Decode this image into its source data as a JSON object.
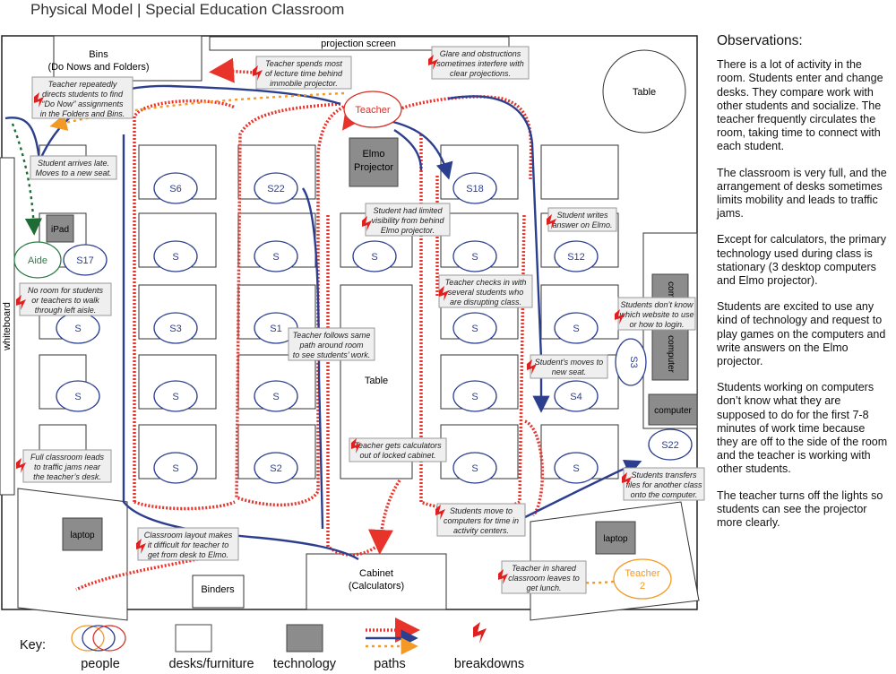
{
  "title": "Physical Model | Special Education Classroom",
  "furniture": {
    "bins": [
      "Bins",
      "(Do Nows and Folders)"
    ],
    "projection_screen": "projection screen",
    "table_round": "Table",
    "table_center": "Table",
    "whiteboard": "whiteboard",
    "cabinet": [
      "Cabinet",
      "(Calculators)"
    ],
    "binders": "Binders"
  },
  "technology": {
    "elmo": [
      "Elmo",
      "Projector"
    ],
    "ipad": "iPad",
    "laptop_left": "laptop",
    "laptop_right": "laptop",
    "computer_top": "computer",
    "computer_mid": "computer",
    "computer_bottom": "computer"
  },
  "people": {
    "teacher": "Teacher",
    "teacher2": [
      "Teacher",
      "2"
    ],
    "aide": "Aide",
    "s6": "S6",
    "s22": "S22",
    "s18": "S18",
    "s17": "S17",
    "s12": "S12",
    "s3": "S3",
    "s1": "S1",
    "s4": "S4",
    "s2": "S2",
    "s3_side": "S3",
    "s22_side": "S22",
    "s": "S"
  },
  "notes": {
    "n1": [
      "Teacher repeatedly",
      "directs students to find",
      "“Do Now” assignments",
      "in the Folders and Bins."
    ],
    "n2": [
      "Teacher spends most",
      "of lecture time behind",
      "immobile projector."
    ],
    "n3": [
      "Glare and obstructions",
      "sometimes interfere with",
      "clear projections."
    ],
    "n4": [
      "Student arrives late.",
      "Moves to a new seat."
    ],
    "n5": [
      "Student had limited",
      "visibility from behind",
      "Elmo projector."
    ],
    "n6": [
      "Student writes",
      "answer on Elmo."
    ],
    "n7": [
      "No room for students",
      "or teachers to walk",
      "through left aisle."
    ],
    "n8": [
      "Teacher checks in with",
      "several students who",
      "are disrupting class."
    ],
    "n9": [
      "Students don’t know",
      "which website to use",
      "or how to login."
    ],
    "n10": [
      "Teacher follows same",
      "path around room",
      "to see students’ work."
    ],
    "n11": [
      "Student’s moves to",
      "new seat."
    ],
    "n12": [
      "Teacher gets calculators",
      "out of locked cabinet."
    ],
    "n13": [
      "Full classroom leads",
      "to traffic jams near",
      "the teacher’s desk."
    ],
    "n14": [
      "Students transfers",
      "files for another class",
      "onto the computer."
    ],
    "n15": [
      "Students move to",
      "computers for time in",
      "activity centers."
    ],
    "n16": [
      "Classroom layout makes",
      "it difficult for teacher to",
      "get from desk to Elmo."
    ],
    "n17": [
      "Teacher in shared",
      "classroom leaves to",
      "get lunch."
    ]
  },
  "observations": {
    "heading": "Observations:",
    "paragraphs": [
      "There is a lot of activity in the room. Students enter and change desks. They compare work with other students and socialize. The teacher frequently circulates the room, taking time to connect with each student.",
      "The classroom is very full, and the arrangement of desks sometimes limits mobility and leads to traffic jams.",
      "Except for calculators, the primary technology used during class is stationary (3 desktop computers and Elmo projector).",
      "Students are excited to use any kind of technology and request to play games on the computers and write answers on the Elmo projector.",
      "Students working on computers don’t know what they are supposed to do for the first 7-8 minutes of work time because they are off to the side of the room and the teacher is working with other students.",
      "The teacher turns off the lights so students can see the projector more clearly."
    ]
  },
  "key": {
    "label": "Key:",
    "people": "people",
    "furniture": "desks/furniture",
    "technology": "technology",
    "paths": "paths",
    "breakdowns": "breakdowns"
  },
  "colors": {
    "student": "#2c3f8f",
    "teacher": "#d6322b",
    "teacher2": "#f29a25",
    "aide": "#2e7d4a",
    "tech_fill": "#8c8c8c",
    "path_teacher": "#e8332a",
    "path_student": "#2c3f8f",
    "path_teacher2": "#f29a25",
    "path_aide": "#1e6b36",
    "note_fill": "#efefef"
  }
}
